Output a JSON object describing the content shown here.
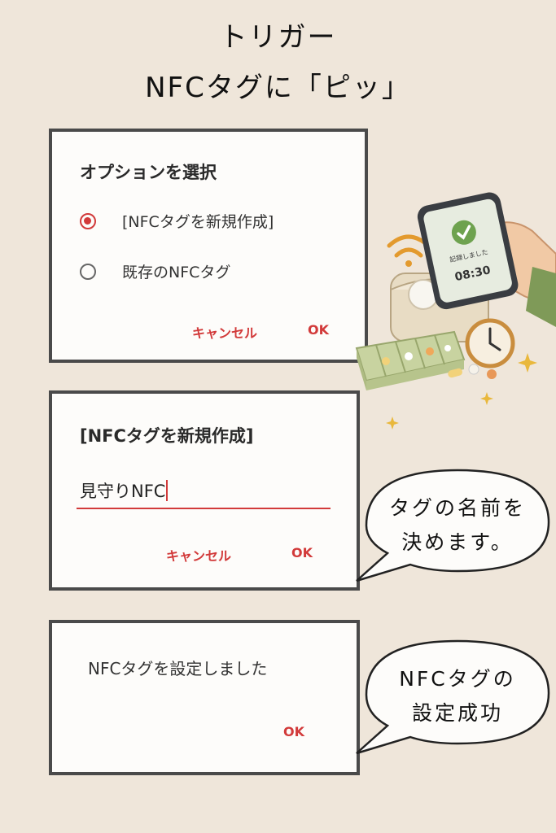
{
  "heading": {
    "line1": "トリガー",
    "line2": "NFCタグに「ピッ」"
  },
  "dialog_options": {
    "title": "オプションを選択",
    "options": [
      {
        "label": "[NFCタグを新規作成]",
        "selected": true
      },
      {
        "label": "既存のNFCタグ",
        "selected": false
      }
    ],
    "cancel_label": "キャンセル",
    "ok_label": "OK"
  },
  "dialog_new_tag": {
    "title": "[NFCタグを新規作成]",
    "input_value": "見守りNFC",
    "cancel_label": "キャンセル",
    "ok_label": "OK"
  },
  "dialog_done": {
    "message": "NFCタグを設定しました",
    "ok_label": "OK"
  },
  "bubble_name": {
    "line1": "タグの名前を",
    "line2": "決めます。"
  },
  "bubble_success": {
    "line1": "NFCタグの",
    "line2": "設定成功"
  },
  "illustration": {
    "phone_message": "記録しました",
    "phone_time": "08:30"
  },
  "colors": {
    "accent": "#d23a3a",
    "background": "#efe6da",
    "dialog_border": "#4a4a4a"
  }
}
